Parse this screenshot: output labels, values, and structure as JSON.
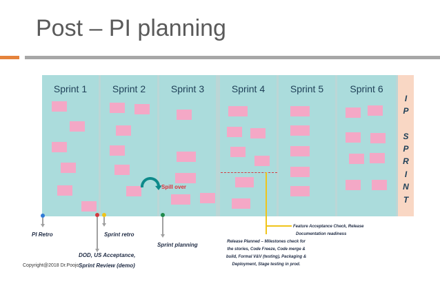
{
  "title": "Post – PI planning",
  "sprints": [
    "Sprint 1",
    "Sprint 2",
    "Sprint 3",
    "Sprint 4",
    "Sprint 5",
    "Sprint 6"
  ],
  "ip_sprint_letters": [
    "I",
    "P",
    "S",
    "P",
    "R",
    "I",
    "N",
    "T"
  ],
  "spill_over": "Spill over",
  "annotations": {
    "pi_retro": "PI Retro",
    "sprint_retro": "Sprint retro",
    "sprint_planning": "Sprint planning",
    "dod_line1": "DOD, US Acceptance,",
    "dod_line2": "Sprint Review (demo)",
    "feature_line1": "Feature Acceptance Check, Release",
    "feature_line2": "Documentation readiness",
    "release_line1": "Release Planned – Milestones check for",
    "release_line2": "the stories, Code Freeze, Code merge &",
    "release_line3": "build, Formal V&V (testing), Packaging &",
    "release_line4": "Deployment, Stage testing in prod."
  },
  "copyright": "Copyright@2018 Dr.Poojo",
  "colors": {
    "title": "#5a5a5a",
    "sprint_column": "#abdcdc",
    "story_card": "#f4a8c6",
    "ip_column": "#f9d7c4",
    "spill_arc": "#0e8a8a",
    "dashed_line": "#d3393f",
    "marker_blue": "#2e7ad6",
    "marker_red": "#d3393f",
    "marker_yellow": "#f0c419",
    "marker_green": "#1f8a4c"
  }
}
